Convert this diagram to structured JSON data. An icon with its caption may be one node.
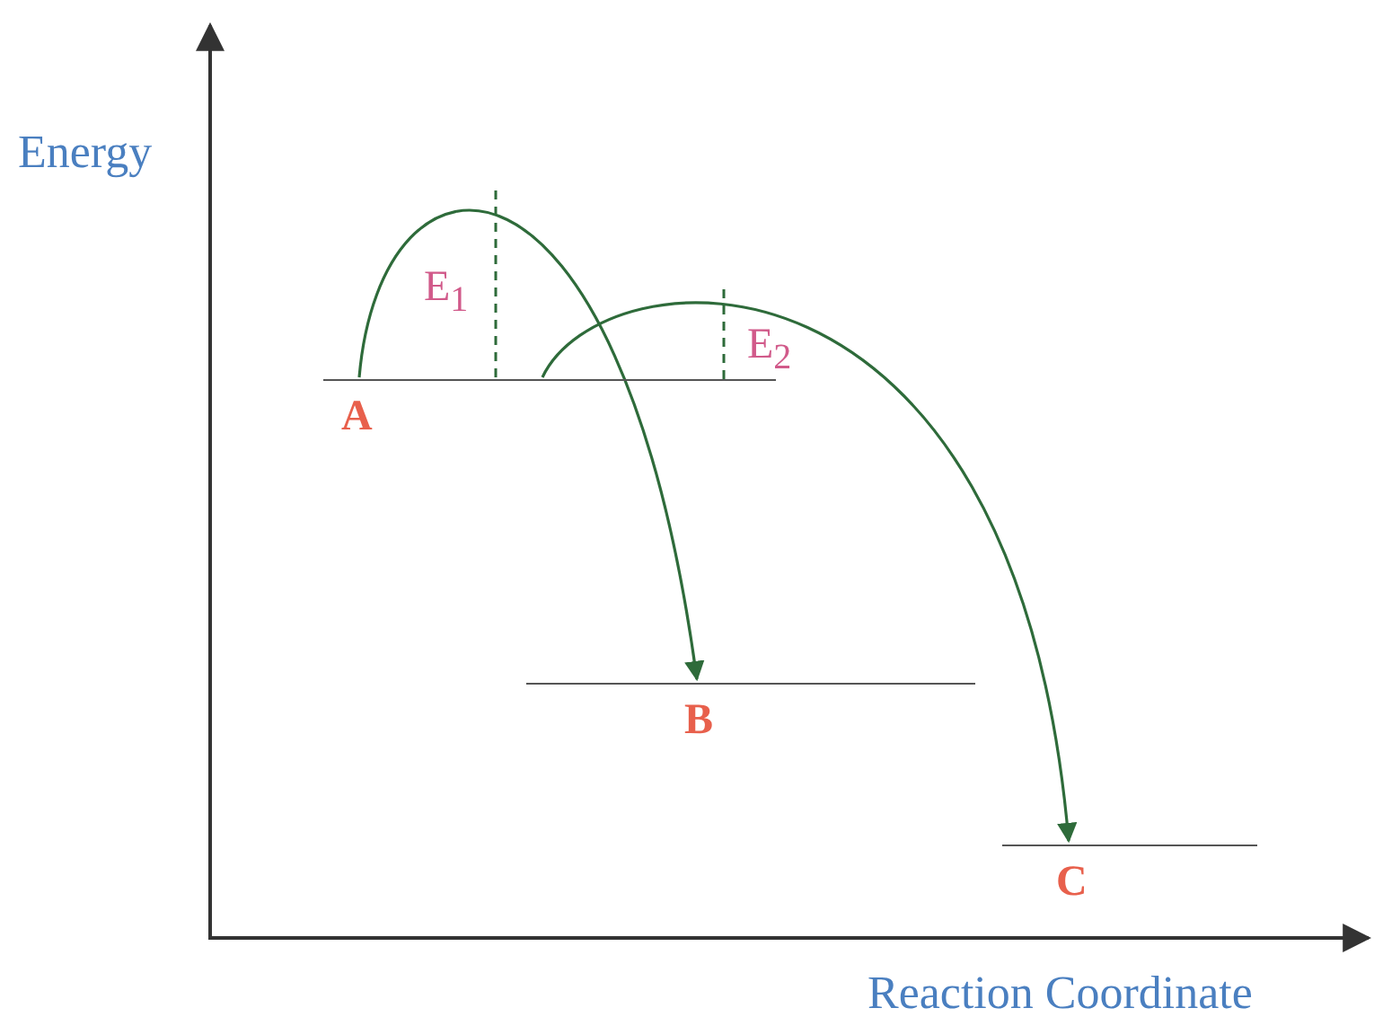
{
  "diagram": {
    "nodes": [
      {
        "text": [
          "A"
        ]
      },
      {
        "text": [
          "B"
        ]
      },
      {
        "text": [
          "C"
        ]
      }
    ],
    "edges": [
      {
        "from": 0,
        "to": 1,
        "arrow": "to"
      },
      {
        "from": 0,
        "to": 2,
        "arrow": "to"
      }
    ],
    "labels": [
      "Energy",
      "E$_{1}$",
      "E$_{2}$",
      "Reaction Coordinate"
    ]
  }
}
